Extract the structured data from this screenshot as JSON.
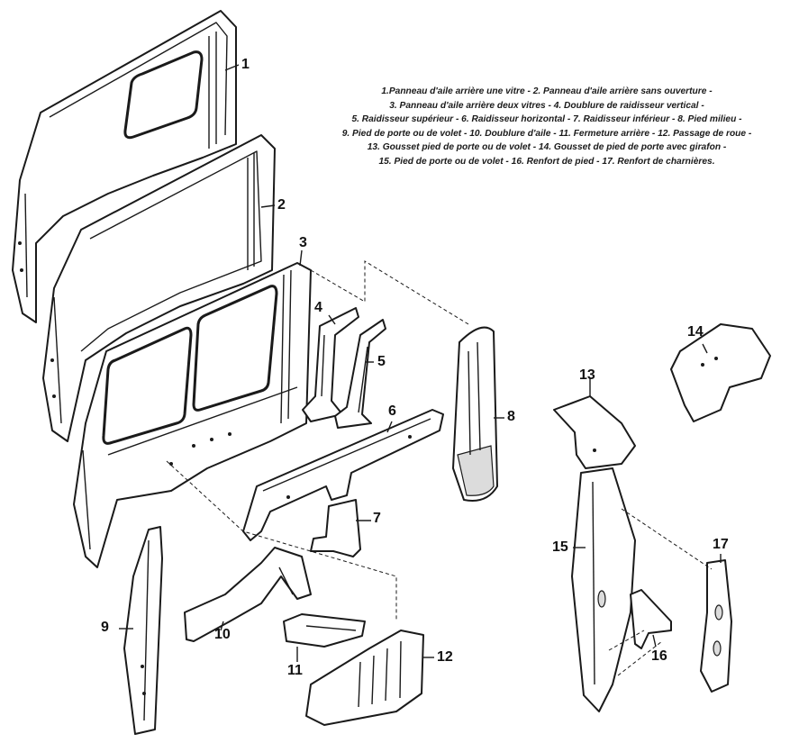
{
  "legend": {
    "lines": [
      "1.Panneau d'aile arrière une vitre - 2. Panneau d'aile arrière sans ouverture -",
      "3. Panneau d'aile arrière deux vitres - 4. Doublure de raidisseur vertical -",
      "5. Raidisseur supérieur - 6. Raidisseur horizontal - 7. Raidisseur inférieur - 8. Pied milieu -",
      "9. Pied de porte ou de volet - 10. Doublure d'aile - 11. Fermeture arrière - 12. Passage de roue -",
      "13. Gousset pied de porte ou de volet - 14. Gousset de pied de porte avec girafon -",
      "15. Pied de porte ou de volet - 16. Renfort de pied - 17. Renfort de charnières."
    ]
  },
  "callouts": {
    "p1": "1",
    "p2": "2",
    "p3": "3",
    "p4": "4",
    "p5": "5",
    "p6": "6",
    "p7": "7",
    "p8": "8",
    "p9": "9",
    "p10": "10",
    "p11": "11",
    "p12": "12",
    "p13": "13",
    "p14": "14",
    "p15": "15",
    "p16": "16",
    "p17": "17"
  }
}
